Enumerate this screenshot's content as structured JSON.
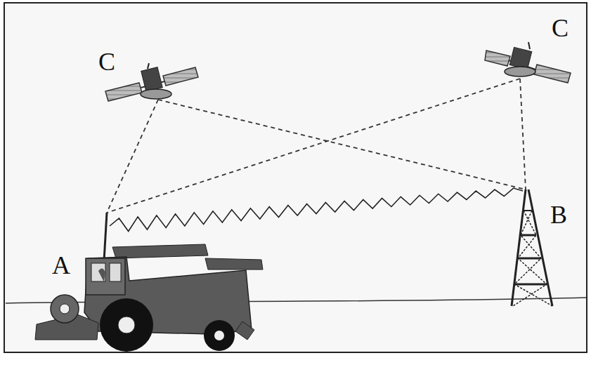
{
  "diagram": {
    "labels": [
      "C",
      "C",
      "A",
      "B"
    ]
  }
}
